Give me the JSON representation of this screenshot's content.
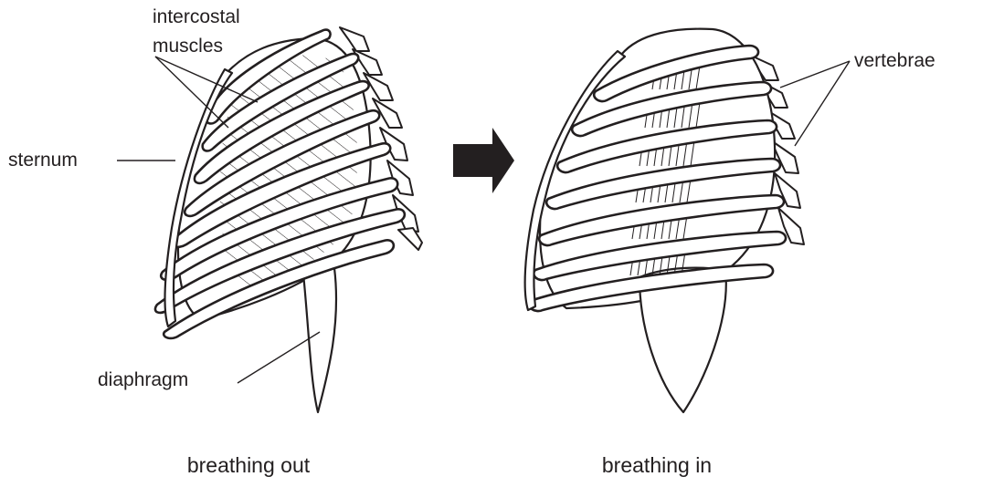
{
  "labels": {
    "intercostal_line1": "intercostal",
    "intercostal_line2": "muscles",
    "sternum": "sternum",
    "diaphragm": "diaphragm",
    "vertebrae": "vertebrae"
  },
  "captions": {
    "left": "breathing out",
    "right": "breathing in"
  },
  "arrow_color": "#231f20",
  "ink_color": "#231f20"
}
